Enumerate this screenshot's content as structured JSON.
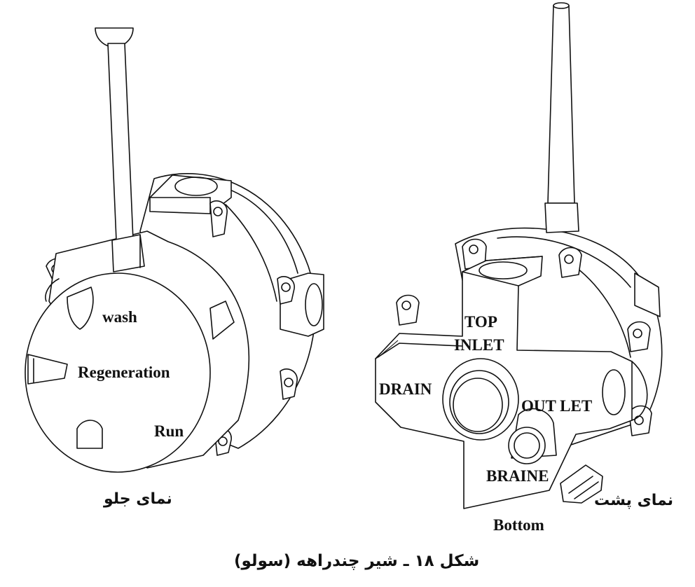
{
  "front_view": {
    "labels": {
      "wash": "wash",
      "regeneration": "Regeneration",
      "run": "Run"
    },
    "caption": "نمای جلو"
  },
  "back_view": {
    "labels": {
      "top_inlet_1": "TOP",
      "top_inlet_2": "INLET",
      "drain": "DRAIN",
      "outlet": "OUT LET",
      "braine": "BRAINE",
      "bottom": "Bottom"
    },
    "caption": "نمای پشت"
  },
  "figure_caption": "شکل ۱۸ ـ شیر چندراهه (سولو)",
  "colors": {
    "line": "#111111",
    "background": "#ffffff"
  }
}
